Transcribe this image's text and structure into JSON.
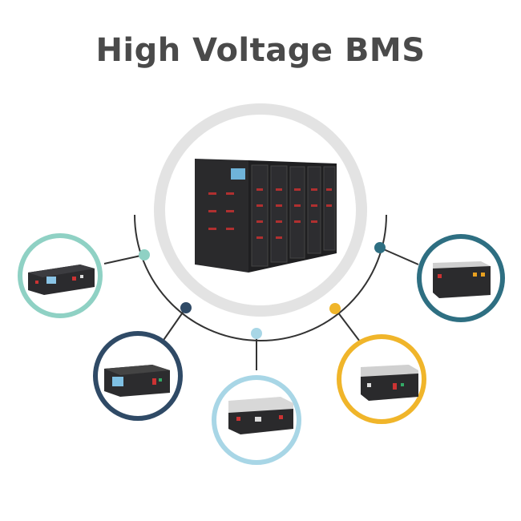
{
  "title": "High Voltage BMS",
  "colors": {
    "title_text": "#4a4a4a",
    "hub_ring": "#e3e3e3",
    "arc": "#333333",
    "ring_teal_light": "#8fd1c4",
    "ring_navy": "#2f4a66",
    "ring_sky": "#a8d6e6",
    "ring_yellow": "#f0b52a",
    "ring_petrol": "#2e6f82"
  },
  "hub": {
    "image": "battery-cabinet-array"
  },
  "satellites": [
    {
      "image": "bms-rack-unit-display",
      "ring_color": "#8fd1c4"
    },
    {
      "image": "bms-rack-unit-screen",
      "ring_color": "#2f4a66"
    },
    {
      "image": "bms-rack-unit-handles",
      "ring_color": "#a8d6e6"
    },
    {
      "image": "bms-rack-unit-front",
      "ring_color": "#f0b52a"
    },
    {
      "image": "bms-rack-unit-open",
      "ring_color": "#2e6f82"
    }
  ]
}
